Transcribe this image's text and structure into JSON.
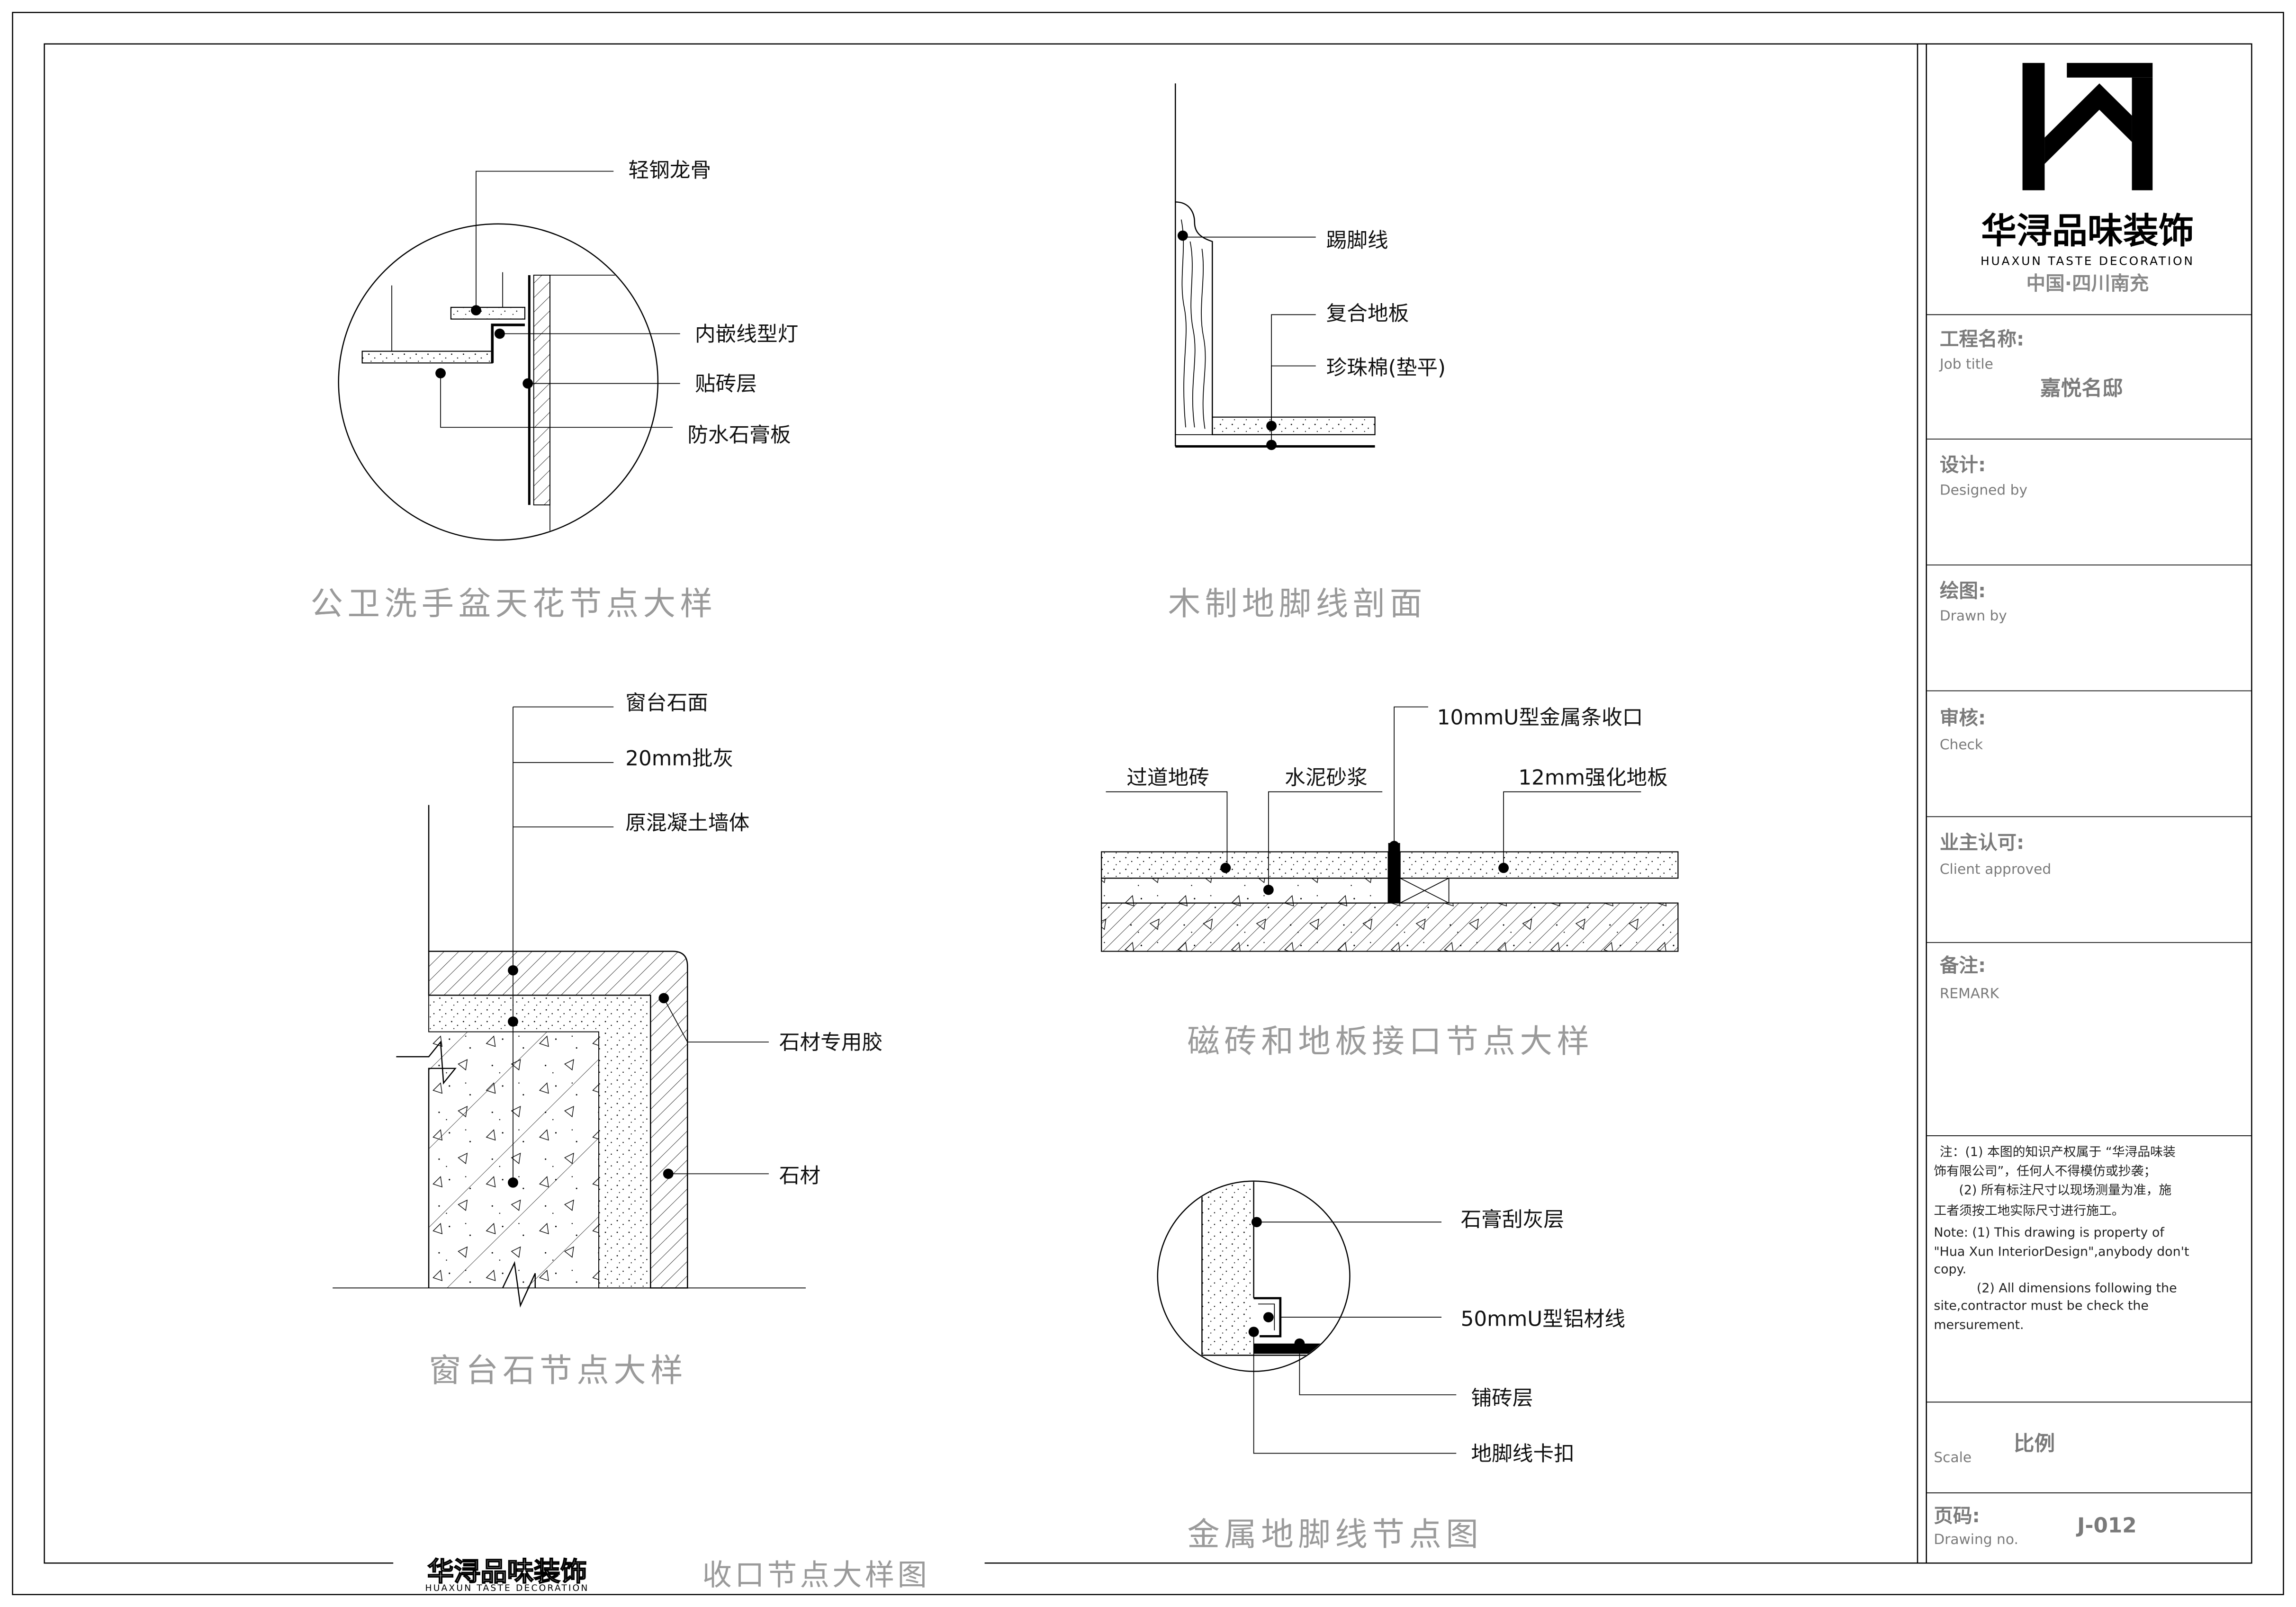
{
  "sheet": {
    "drawing_title": "收口节点大样图",
    "footer_logo_name": "华浔品味装饰",
    "footer_logo_english": "HUAXUN TASTE DECORATION"
  },
  "title_block": {
    "logo": {
      "name": "华浔品味装饰",
      "english": "HUAXUN TASTE DECORATION",
      "location": "中国·四川南充"
    },
    "job_title": {
      "label_cn": "工程名称:",
      "label_en": "Job title",
      "value": "嘉悦名邸"
    },
    "designed_by": {
      "label_cn": "设计:",
      "label_en": "Designed by"
    },
    "drawn_by": {
      "label_cn": "绘图:",
      "label_en": "Drawn by"
    },
    "check": {
      "label_cn": "审核:",
      "label_en": "Check"
    },
    "client_approved": {
      "label_cn": "业主认可:",
      "label_en": "Client approved"
    },
    "remark": {
      "label_cn": "备注:",
      "label_en": "REMARK"
    },
    "notes": [
      "注：(1) 本图的知识产权属于 “华浔品味装",
      "饰有限公司”，任何人不得模仿或抄袭；",
      "(2) 所有标注尺寸以现场测量为准，施",
      "工者须按工地实际尺寸进行施工。",
      "Note:  (1) This drawing is property of",
      "\"Hua Xun InteriorDesign\",anybody don't",
      "copy.",
      "(2) All dimensions following the",
      "site,contractor must be check the",
      "mersurement."
    ],
    "scale": {
      "label_en": "Scale",
      "label_cn": "比例"
    },
    "drawing_no": {
      "label_cn": "页码:",
      "label_en": "Drawing no.",
      "value": "J-012"
    }
  },
  "details": {
    "ceiling": {
      "title": "公卫洗手盆天花节点大样",
      "labels": {
        "keel": "轻钢龙骨",
        "light": "内嵌线型灯",
        "tile": "贴砖层",
        "gypsum": "防水石膏板"
      }
    },
    "wood_skirting": {
      "title": "木制地脚线剖面",
      "labels": {
        "skirting": "踢脚线",
        "floor": "复合地板",
        "foam": "珍珠棉(垫平)"
      }
    },
    "window_sill": {
      "title": "窗台石节点大样",
      "labels": {
        "sill_top": "窗台石面",
        "plaster": "20mm批灰",
        "wall": "原混凝土墙体",
        "adhesive": "石材专用胶",
        "stone": "石材"
      }
    },
    "tile_floor_joint": {
      "title": "磁砖和地板接口节点大样",
      "labels": {
        "strip": "10mmU型金属条收口",
        "tile": "过道地砖",
        "mortar": "水泥砂浆",
        "laminate": "12mm强化地板"
      }
    },
    "metal_skirting": {
      "title": "金属地脚线节点图",
      "labels": {
        "plaster": "石膏刮灰层",
        "profile": "50mmU型铝材线",
        "tile": "铺砖层",
        "clip": "地脚线卡扣"
      }
    }
  }
}
